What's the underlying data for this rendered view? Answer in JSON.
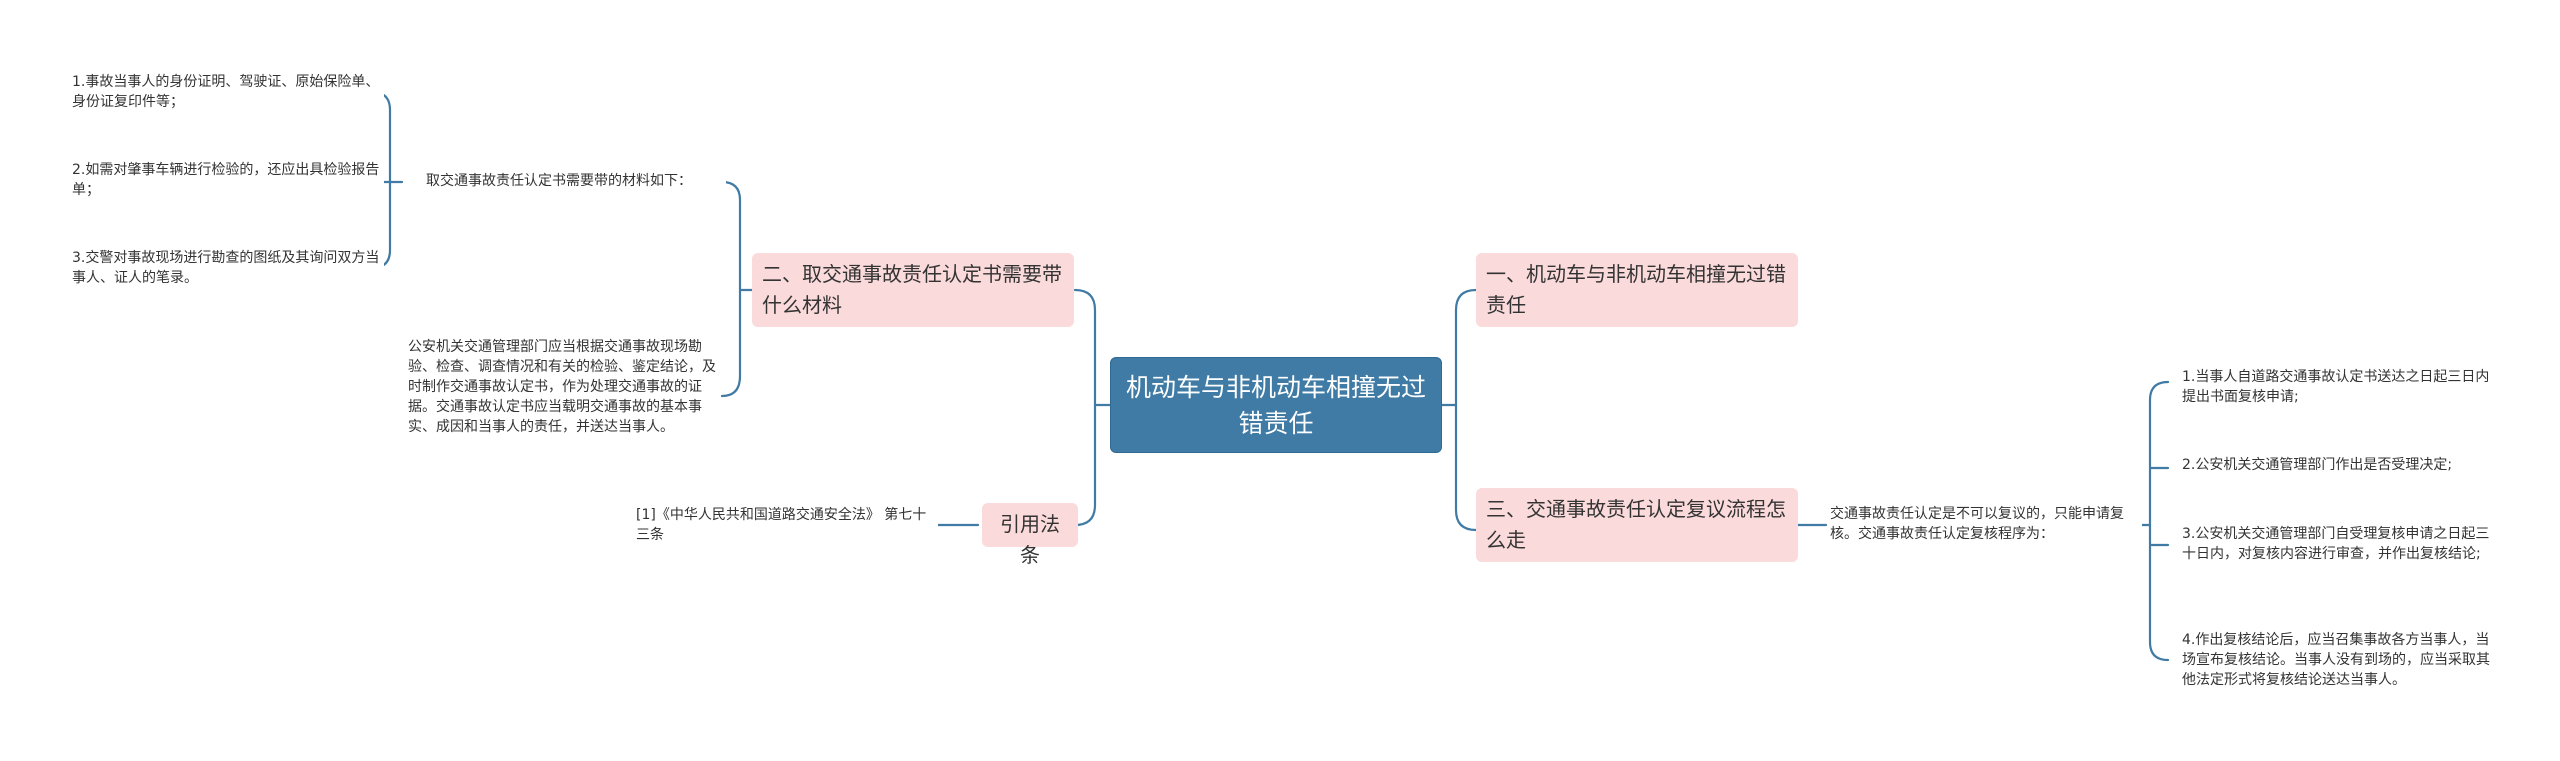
{
  "root": {
    "title": "机动车与非机动车相撞无过错责任"
  },
  "branches": {
    "b1": {
      "title": "一、机动车与非机动车相撞无过错责任"
    },
    "b2": {
      "title": "二、取交通事故责任认定书需要带什么材料"
    },
    "b3": {
      "title": "三、交通事故责任认定复议流程怎么走"
    },
    "b4": {
      "title": "引用法条"
    }
  },
  "leaves": {
    "materials_intro": "取交通事故责任认定书需要带的材料如下：",
    "material_1": "1.事故当事人的身份证明、驾驶证、原始保险单、身份证复印件等；",
    "material_2": "2.如需对肇事车辆进行检验的，还应出具检验报告单；",
    "material_3": "3.交警对事故现场进行勘查的图纸及其询问双方当事人、证人的笔录。",
    "police_para": "公安机关交通管理部门应当根据交通事故现场勘验、检查、调查情况和有关的检验、鉴定结论，及时制作交通事故认定书，作为处理交通事故的证据。交通事故认定书应当载明交通事故的基本事实、成因和当事人的责任，并送达当事人。",
    "law_ref": "[1]《中华人民共和国道路交通安全法》 第七十三条",
    "review_intro": "交通事故责任认定是不可以复议的，只能申请复核。交通事故责任认定复核程序为：",
    "step_1": "1.当事人自道路交通事故认定书送达之日起三日内提出书面复核申请;",
    "step_2": "2.公安机关交通管理部门作出是否受理决定;",
    "step_3": "3.公安机关交通管理部门自受理复核申请之日起三十日内，对复核内容进行审查，并作出复核结论;",
    "step_4": "4.作出复核结论后，应当召集事故各方当事人，当场宣布复核结论。当事人没有到场的，应当采取其他法定形式将复核结论送达当事人。"
  },
  "colors": {
    "root_fill": "#3f7ba4",
    "branch_fill": "#fadada",
    "connector": "#3f7ba4",
    "text": "#333333"
  }
}
